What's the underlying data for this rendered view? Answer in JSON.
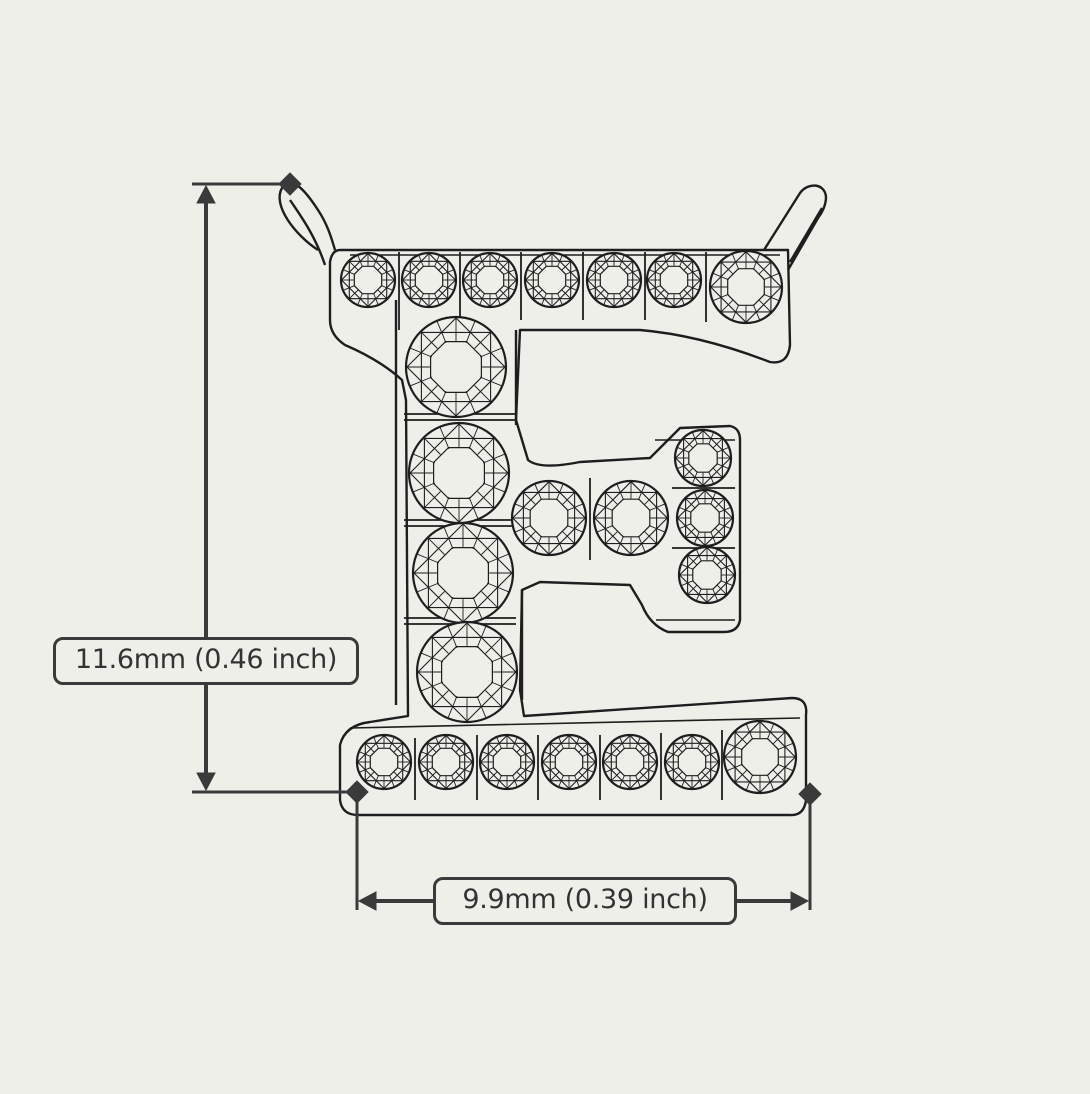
{
  "diagram": {
    "subject": "Letter E pendant with pavé-set round stones",
    "colors": {
      "background": "#efefea",
      "line": "#1e1e1e",
      "dimension": "#3a3a3a"
    },
    "dimensions": {
      "height": {
        "label": "11.6mm (0.46 inch)",
        "value_mm": 11.6,
        "value_inch": 0.46
      },
      "width": {
        "label": "9.9mm (0.39 inch)",
        "value_mm": 9.9,
        "value_inch": 0.39
      }
    },
    "stones": {
      "top_row": [
        [
          368,
          280,
          27
        ],
        [
          429,
          280,
          27
        ],
        [
          490,
          280,
          27
        ],
        [
          552,
          280,
          27
        ],
        [
          614,
          280,
          27
        ],
        [
          674,
          280,
          27
        ],
        [
          746,
          287,
          36
        ]
      ],
      "spine": [
        [
          456,
          367,
          50
        ],
        [
          459,
          473,
          50
        ],
        [
          463,
          573,
          50
        ],
        [
          467,
          672,
          50
        ]
      ],
      "middle_arm": [
        [
          549,
          518,
          37
        ],
        [
          631,
          518,
          37
        ]
      ],
      "arm_tip": [
        [
          703,
          458,
          28
        ],
        [
          705,
          518,
          28
        ],
        [
          707,
          575,
          28
        ]
      ],
      "bottom_row": [
        [
          384,
          762,
          27
        ],
        [
          446,
          762,
          27
        ],
        [
          507,
          762,
          27
        ],
        [
          569,
          762,
          27
        ],
        [
          630,
          762,
          27
        ],
        [
          692,
          762,
          27
        ],
        [
          760,
          757,
          36
        ]
      ]
    }
  }
}
